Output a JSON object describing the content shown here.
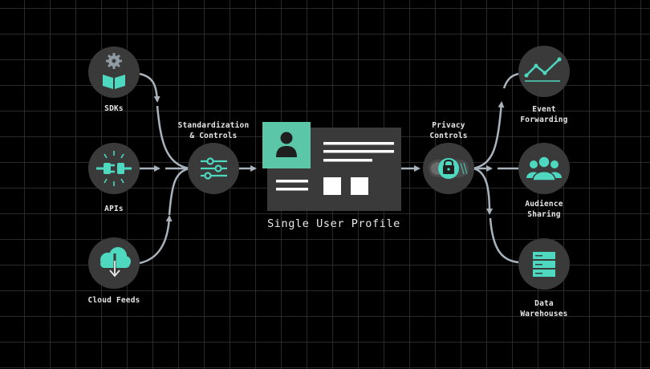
{
  "labels": {
    "sdks": "SDKs",
    "apis": "APIs",
    "cloud_feeds": "Cloud Feeds",
    "standardization": "Standardization\n& Controls",
    "profile": "Single User Profile",
    "privacy": "Privacy\nControls",
    "event_forwarding": "Event\nForwarding",
    "audience_sharing": "Audience\nSharing",
    "data_warehouses": "Data\nWarehouses"
  },
  "colors": {
    "background": "#000000",
    "grid": "#2a2a2a",
    "node": "#3a3a3a",
    "accent": "#4fd8c0",
    "accent_card": "#5bc7a8",
    "connector": "#a8b3bc",
    "text": "#e6e6e6"
  },
  "icons": {
    "sdks": "gear-book-icon",
    "apis": "plug-connector-icon",
    "cloud_feeds": "cloud-download-icon",
    "standardization": "sliders-icon",
    "profile": "user-icon",
    "privacy": "lock-toggle-icon",
    "event_forwarding": "trend-line-icon",
    "audience_sharing": "group-icon",
    "data_warehouses": "server-icon"
  }
}
